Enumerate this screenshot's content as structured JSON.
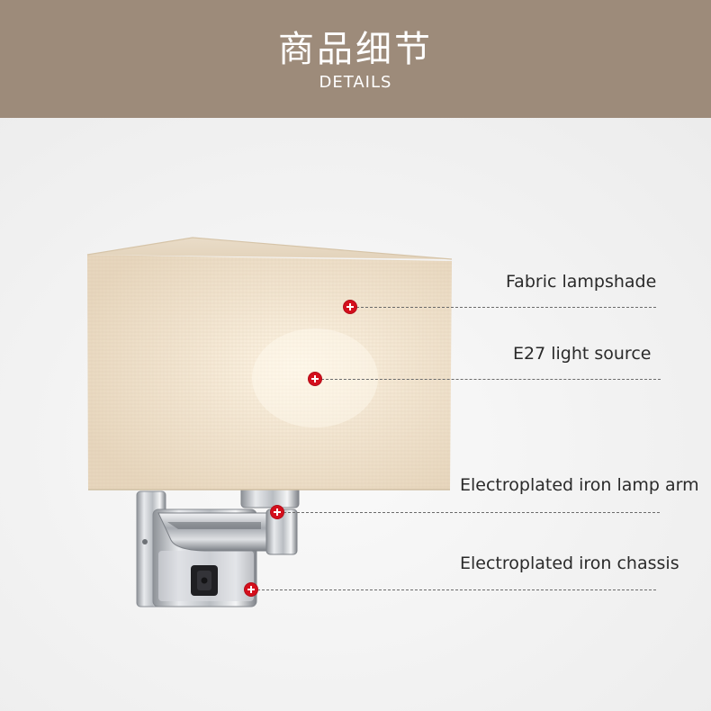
{
  "header": {
    "title_cn": "商品细节",
    "title_en": "DETAILS",
    "background": "#9d8b7a"
  },
  "callouts": [
    {
      "label": "Fabric lampshade",
      "icon": "plus-marker-icon"
    },
    {
      "label": "E27  light source",
      "icon": "plus-marker-icon"
    },
    {
      "label": "Electroplated iron lamp arm",
      "icon": "plus-marker-icon"
    },
    {
      "label": "Electroplated iron chassis",
      "icon": "plus-marker-icon"
    }
  ],
  "colors": {
    "marker": "#d40f1c",
    "shade": "#efe2cf",
    "chrome": "#c9ccd0"
  }
}
